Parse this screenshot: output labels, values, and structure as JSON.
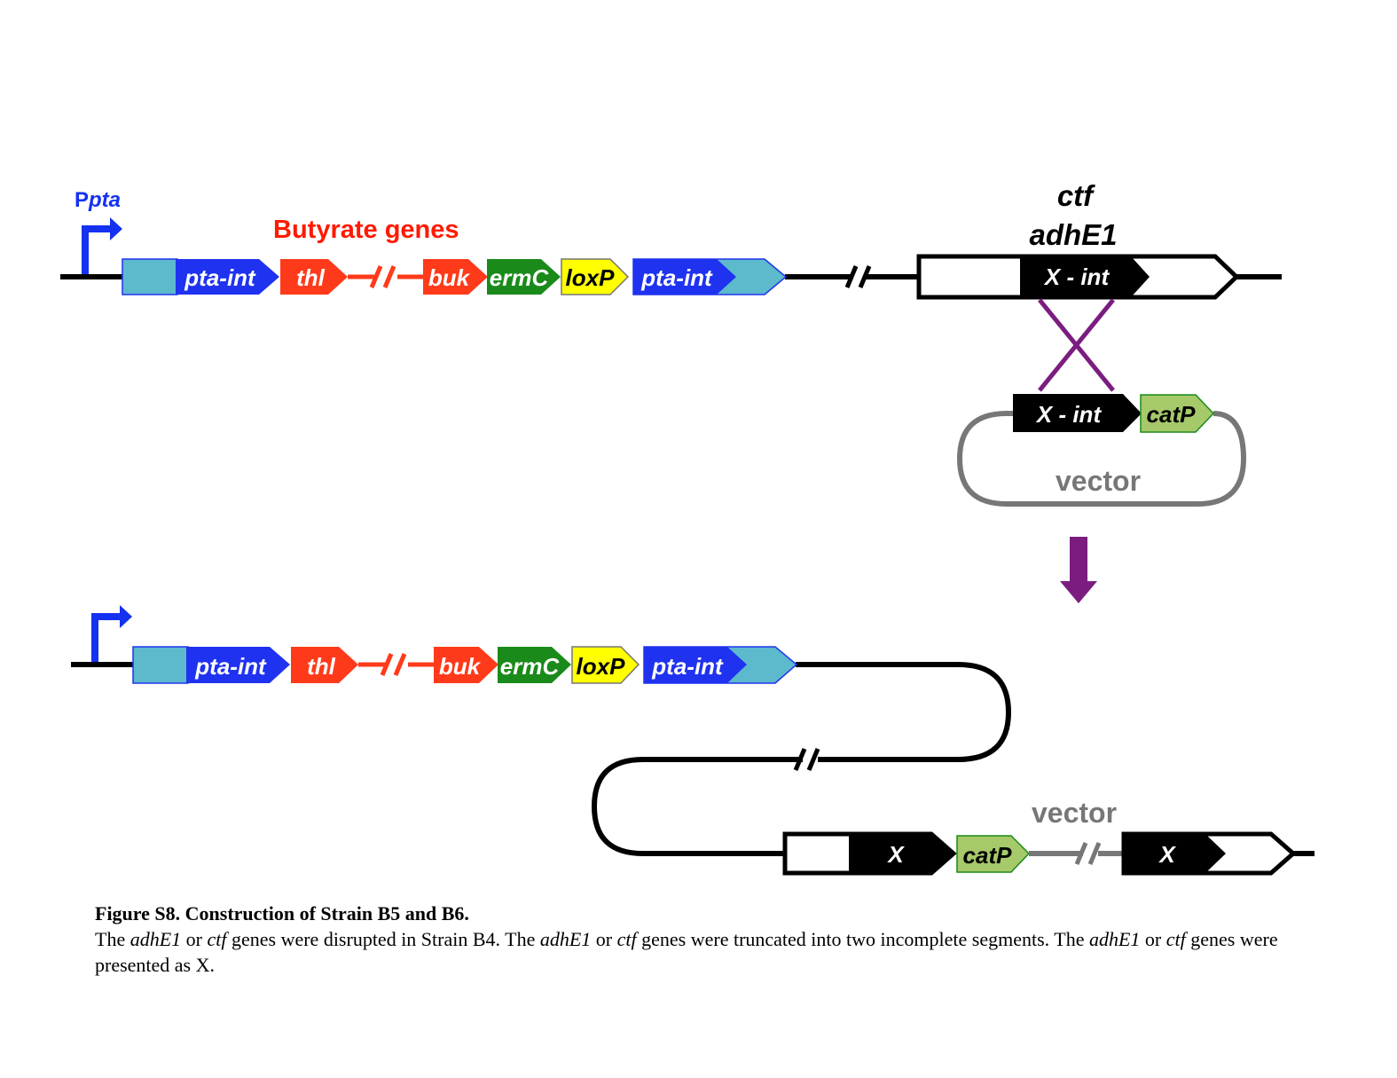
{
  "colors": {
    "pta_int": "#1f32f0",
    "pta_int_light": "#5db9cc",
    "butyrate": "#ff3a1a",
    "ermC": "#1a8a1a",
    "loxP": "#ffff00",
    "catP": "#a6c96a",
    "crossover": "#7b1d80",
    "vector_line": "#777777",
    "promoter": "#1432f0",
    "dna": "#000000"
  },
  "diagram": {
    "top_row": {
      "promoter_label_prefix": "P",
      "promoter_label_suffix": "pta",
      "butyrate_label": "Butyrate genes",
      "target_label_line1": "ctf",
      "target_label_line2": "adhE1",
      "genes": [
        "pta-int",
        "thl",
        "buk",
        "ermC",
        "loxP",
        "pta-int"
      ],
      "target_gene": "X - int"
    },
    "vector": {
      "insert": "X - int",
      "marker": "catP",
      "label": "vector"
    },
    "bottom_row": {
      "genes": [
        "pta-int",
        "thl",
        "buk",
        "ermC",
        "loxP",
        "pta-int"
      ],
      "x_left": "X",
      "marker": "catP",
      "x_right": "X",
      "vector_label": "vector"
    }
  },
  "caption": {
    "title": "Figure S8. Construction of Strain B5 and B6.",
    "s1_a": "The ",
    "s1_gene1": "adhE1",
    "s1_b": " or ",
    "s1_gene2": "ctf",
    "s1_c": " genes were disrupted in Strain B4. The ",
    "s2_gene1": "adhE1",
    "s2_b": " or ",
    "s2_gene2": "ctf",
    "s2_c": " genes were truncated into two incomplete segments. The ",
    "s3_gene1": "adhE1",
    "s3_b": " or ",
    "s3_gene2": "ctf",
    "s3_c": " genes were presented as X."
  }
}
